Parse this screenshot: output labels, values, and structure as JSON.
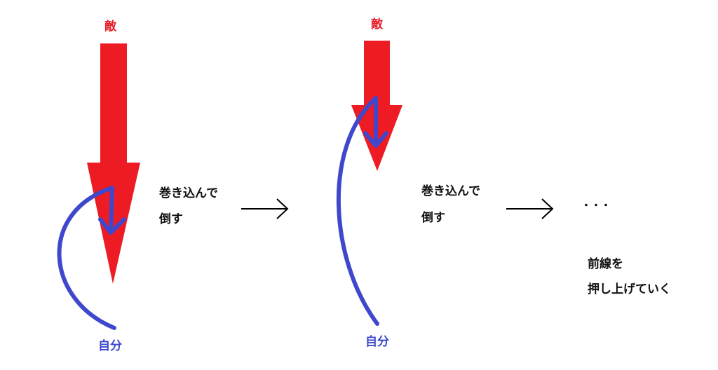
{
  "panel1": {
    "enemy_label": "敵",
    "self_label": "自分",
    "caption_line1": "巻き込んで",
    "caption_line2": "倒す"
  },
  "panel2": {
    "enemy_label": "敵",
    "self_label": "自分",
    "caption_line1": "巻き込んで",
    "caption_line2": "倒す"
  },
  "panel3": {
    "ellipsis": "・・・",
    "caption_line1": "前線を",
    "caption_line2": "押し上げていく"
  },
  "colors": {
    "enemy_arrow": "#ed1c24",
    "self_curve": "#3f48cc",
    "step_arrow": "#000000"
  },
  "icons": {
    "enemy": "big-red-down-arrow",
    "self": "blue-curved-arrow",
    "step": "right-arrow"
  }
}
